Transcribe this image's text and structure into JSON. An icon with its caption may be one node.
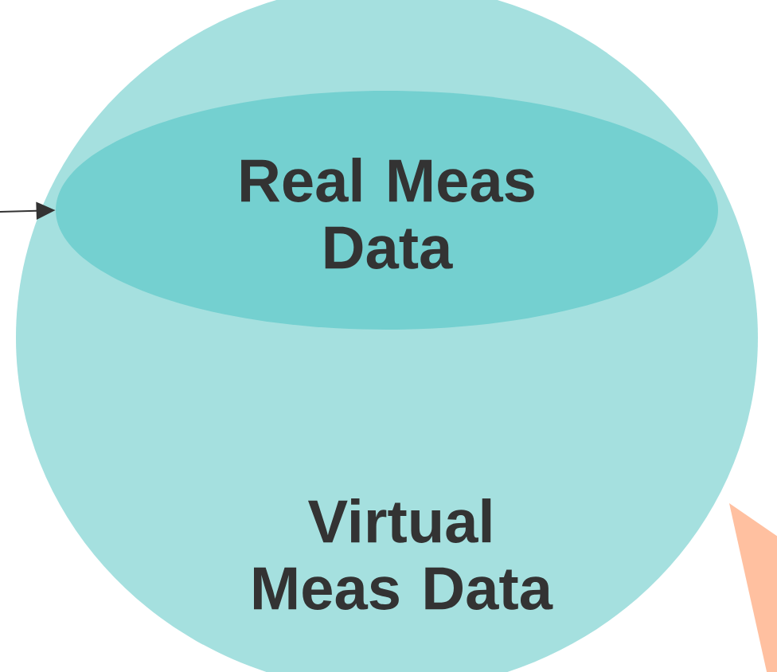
{
  "diagram": {
    "nodes": [
      {
        "text": [
          "Virtual Meas Data"
        ]
      },
      {
        "text": [
          "Real Meas Data"
        ],
        "in": 0
      },
      {
        "text": [],
        "shape": "triangle"
      }
    ],
    "edges": [
      {
        "from": null,
        "to": 1,
        "arrow": "to"
      }
    ]
  }
}
